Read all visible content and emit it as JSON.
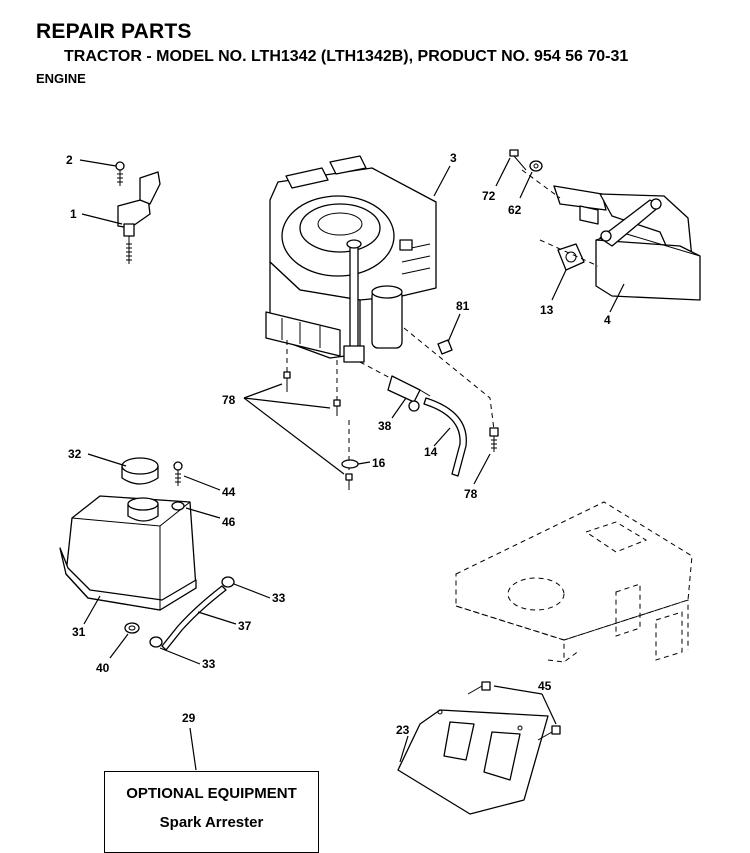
{
  "header": {
    "title": "REPAIR PARTS",
    "subtitle": "TRACTOR - MODEL NO. LTH1342 (LTH1342B), PRODUCT NO. 954 56 70-31",
    "section": "ENGINE"
  },
  "callouts": {
    "p1": "1",
    "p2": "2",
    "p3": "3",
    "p4": "4",
    "p13": "13",
    "p14": "14",
    "p16": "16",
    "p23": "23",
    "p29": "29",
    "p31": "31",
    "p32": "32",
    "p33a": "33",
    "p33b": "33",
    "p37": "37",
    "p38": "38",
    "p40": "40",
    "p44": "44",
    "p45": "45",
    "p46": "46",
    "p62": "62",
    "p72": "72",
    "p78a": "78",
    "p78b": "78",
    "p81": "81"
  },
  "optional_equipment": {
    "heading": "OPTIONAL EQUIPMENT",
    "item": "Spark Arrester"
  }
}
